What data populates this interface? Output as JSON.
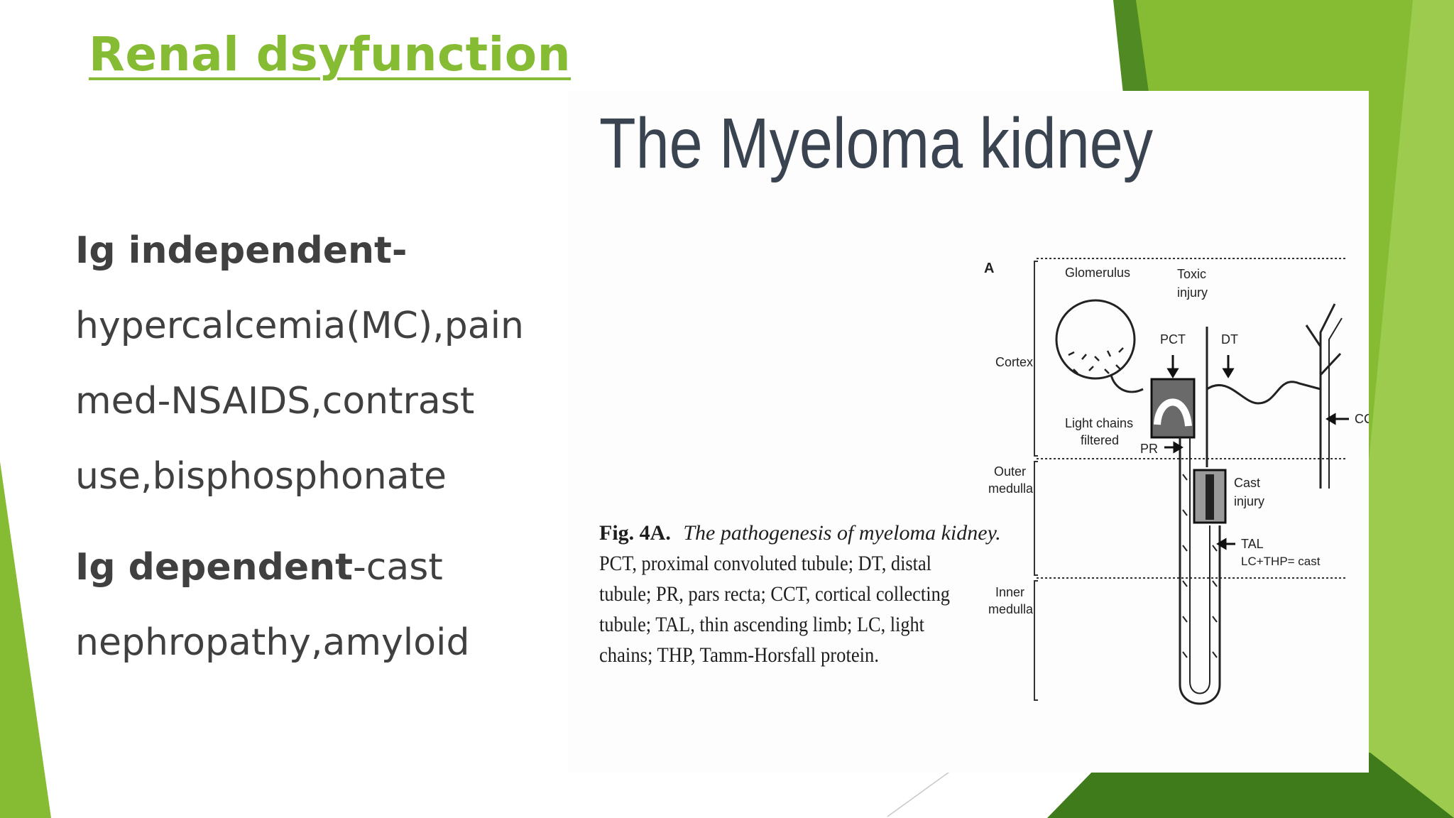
{
  "slide": {
    "title": "Renal dsyfunction",
    "accent_color": "#86bc33",
    "text_color": "#404040"
  },
  "body": {
    "ig_independent": {
      "label": "Ig independent-",
      "lines": [
        "hypercalcemia(MC),pain",
        "med-NSAIDS,contrast",
        "use,bisphosphonate"
      ]
    },
    "ig_dependent": {
      "label": "Ig dependent",
      "line1_rest": "-cast",
      "line2": "nephropathy,amyloid"
    }
  },
  "figure": {
    "heading": "The Myeloma kidney",
    "panel_letter": "A",
    "zones": [
      "Cortex",
      "Outer",
      "medulla",
      "Inner",
      "medulla"
    ],
    "labels": {
      "glomerulus": "Glomerulus",
      "toxic1": "Toxic",
      "toxic2": "injury",
      "pct": "PCT",
      "dt": "DT",
      "cct": "CCT",
      "light1": "Light chains",
      "light2": "filtered",
      "pr": "PR",
      "cast1": "Cast",
      "cast2": "injury",
      "tal": "TAL",
      "lcthp": "LC+THP= cast"
    },
    "caption": {
      "fig_label": "Fig. 4A.",
      "fig_title": "The pathogenesis of myeloma kidney.",
      "lines": [
        "PCT, proximal convoluted tubule; DT, distal",
        "tubule; PR, pars recta; CCT, cortical collecting",
        "tubule; TAL, thin ascending limb; LC, light",
        "chains; THP, Tamm-Horsfall protein."
      ]
    }
  }
}
